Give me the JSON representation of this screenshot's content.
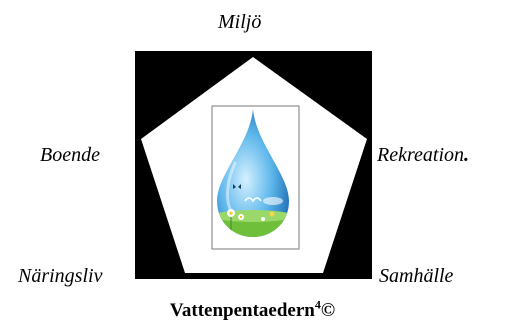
{
  "labels": {
    "top": "Miljö",
    "left": "Boende",
    "right": "Rekreation",
    "right_suffix": ".",
    "bottom_left": "Näringsliv",
    "bottom_right": "Samhälle"
  },
  "caption": {
    "text": "Vattenpentaedern",
    "superscript": "4",
    "symbol": "©"
  },
  "colors": {
    "square": "#000000",
    "pentagon": "#ffffff",
    "frame_border": "#7a7a7a",
    "drop_light": "#d4f0ff",
    "drop_mid": "#5fb8ec",
    "drop_dark": "#1f6fb5",
    "grass": "#6fbf3a"
  }
}
